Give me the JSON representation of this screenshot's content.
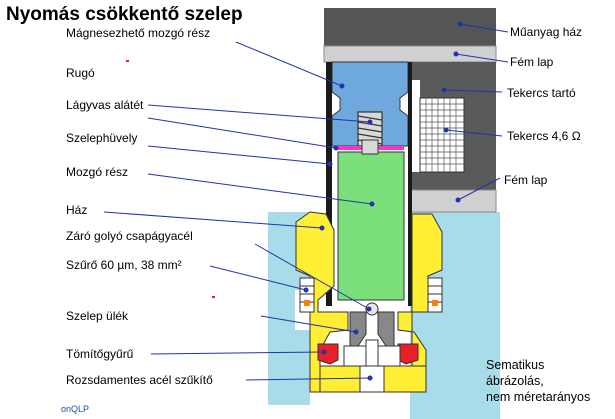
{
  "title": "Nyomás csökkentő szelep",
  "labels_left": [
    {
      "id": "magnet",
      "text": "Mágnesezhető mozgó rész"
    },
    {
      "id": "spring",
      "text": "Rugó"
    },
    {
      "id": "washer",
      "text": "Lágyvas alátét"
    },
    {
      "id": "sleeve",
      "text": "Szelephüvely"
    },
    {
      "id": "moving",
      "text": "Mozgó rész"
    },
    {
      "id": "housing",
      "text": "Ház"
    },
    {
      "id": "ball",
      "text": "Záró golyó csapágyacél"
    },
    {
      "id": "filter",
      "text": "Szűrő 60 µm, 38 mm²"
    },
    {
      "id": "seat",
      "text": "Szelep ülék"
    },
    {
      "id": "seal",
      "text": "Tömítőgyűrű"
    },
    {
      "id": "throttle",
      "text": "Rozsdamentes acél szűkítő"
    }
  ],
  "labels_right": [
    {
      "id": "plastic",
      "text": "Műanyag ház"
    },
    {
      "id": "metal1",
      "text": "Fém lap"
    },
    {
      "id": "coilholder",
      "text": "Tekercs tartó"
    },
    {
      "id": "coil",
      "text": "Tekercs 4,6 Ω"
    },
    {
      "id": "metal2",
      "text": "Fém lap"
    }
  ],
  "note": [
    "Sematikus",
    "ábrázolás,",
    "nem méretarányos"
  ],
  "footer": "onQLP",
  "colors": {
    "leader_line": "#2233aa",
    "light_blue": "#a9dcea",
    "pole_blue": "#6fa8dc",
    "moving_green": "#7be07b",
    "housing_yellow": "#ffee33",
    "seal_red": "#e8202a",
    "coil_gray": "#9a9a9a",
    "dark_gray": "#555555",
    "sleeve_magenta": "#ff33cc"
  }
}
